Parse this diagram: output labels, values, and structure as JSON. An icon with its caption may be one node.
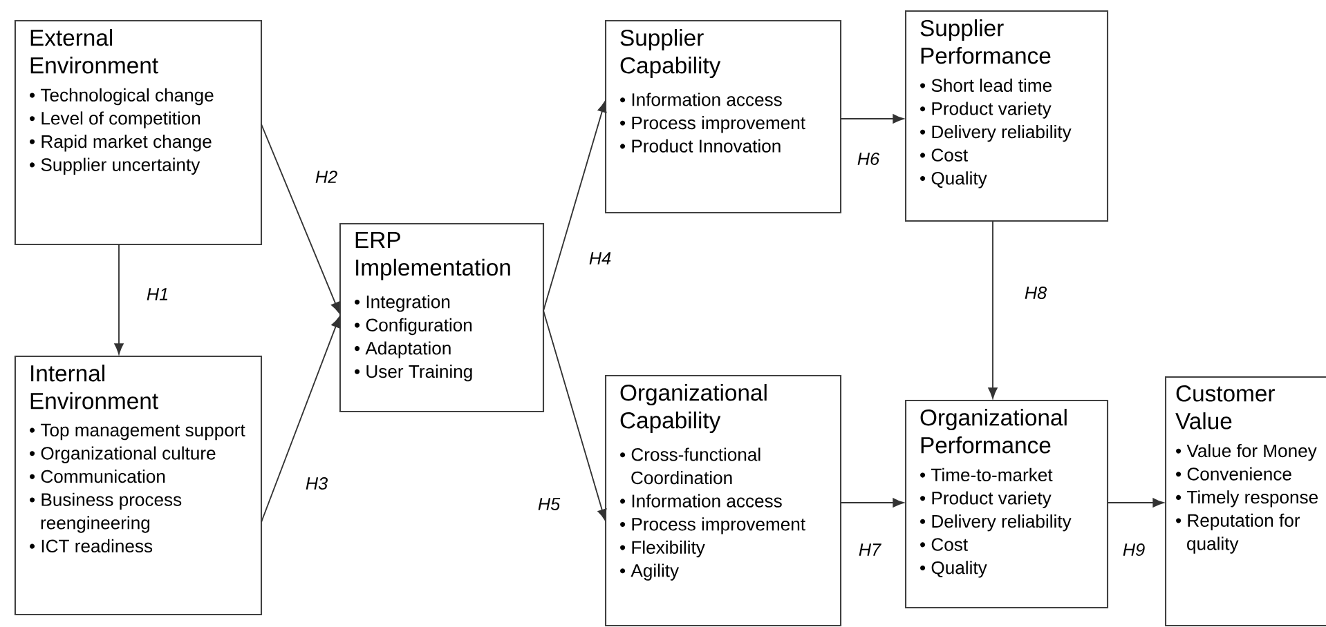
{
  "diagram": {
    "nodes": [
      {
        "text": [
          "External Environment",
          "• Technological change",
          "• Level of competition",
          "• Rapid market change",
          "• Supplier uncertainty"
        ]
      },
      {
        "text": [
          "Internal Environment",
          "• Top management support",
          "• Organizational culture",
          "• Communication",
          "• Business process reengineering",
          "• ICT readiness"
        ]
      },
      {
        "text": [
          "ERP Implementation",
          "• Integration",
          "• Configuration",
          "• Adaptation",
          "• User Training"
        ]
      },
      {
        "text": [
          "Supplier Capability",
          "• Information access",
          "• Process improvement",
          "• Product Innovation"
        ]
      },
      {
        "text": [
          "Supplier Performance",
          "• Short lead time",
          "• Product variety",
          "• Delivery reliability",
          "• Cost",
          "• Quality"
        ]
      },
      {
        "text": [
          "Organizational Capability",
          "• Cross-functional Coordination",
          "• Information access",
          "• Process improvement",
          "• Flexibility",
          "• Agility"
        ]
      },
      {
        "text": [
          "Organizational Performance",
          "• Time-to-market",
          "• Product variety",
          "• Delivery reliability",
          "• Cost",
          "• Quality"
        ]
      },
      {
        "text": [
          "Customer Value",
          "• Value for Money",
          "• Convenience",
          "• Timely response",
          "• Reputation for quality"
        ]
      }
    ],
    "edges": [
      {
        "from": 0,
        "to": 1,
        "arrow": "to",
        "label": "H1"
      },
      {
        "from": 0,
        "to": 2,
        "arrow": "to",
        "label": "H2"
      },
      {
        "from": 1,
        "to": 2,
        "arrow": "to",
        "label": "H3"
      },
      {
        "from": 2,
        "to": 3,
        "arrow": "to",
        "label": "H4"
      },
      {
        "from": 2,
        "to": 5,
        "arrow": "to",
        "label": "H5"
      },
      {
        "from": 3,
        "to": 4,
        "arrow": "to",
        "label": "H6"
      },
      {
        "from": 5,
        "to": 6,
        "arrow": "to",
        "label": "H7"
      },
      {
        "from": 4,
        "to": 6,
        "arrow": "to",
        "label": "H8"
      },
      {
        "from": 6,
        "to": 7,
        "arrow": "to",
        "label": "H9"
      }
    ]
  }
}
